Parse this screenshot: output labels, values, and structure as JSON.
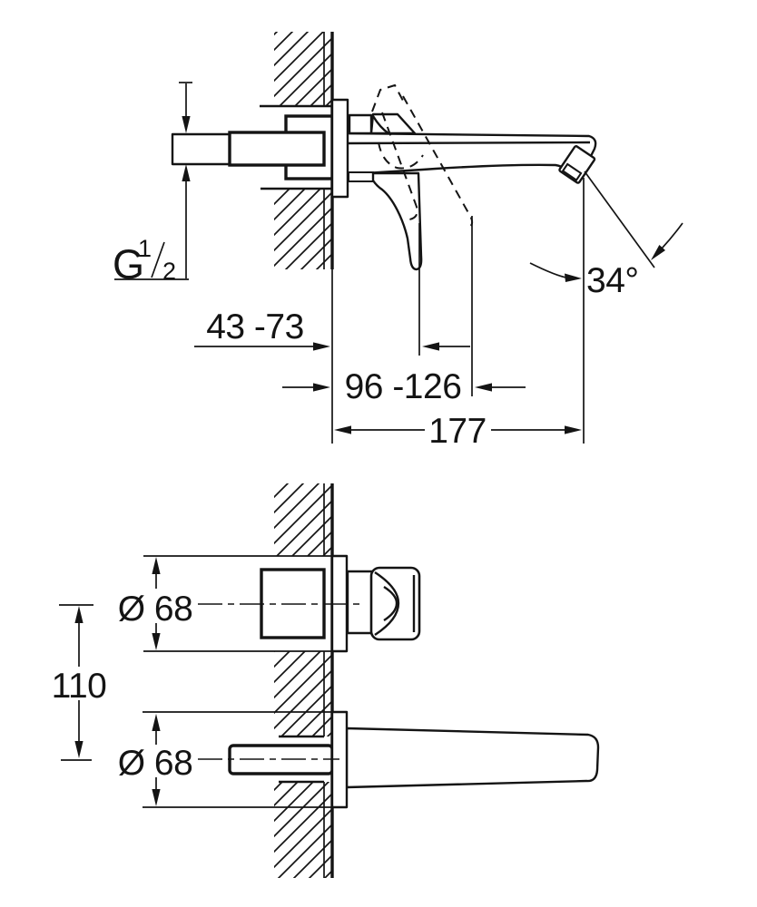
{
  "drawing": {
    "title": "wall-mounted basin mixer installation drawing",
    "line_color": "#141414",
    "background_color": "#ffffff",
    "side_view": {
      "thread_label": {
        "main": "G",
        "sup": "1",
        "sub": "2"
      },
      "depth_range": "43 -73",
      "reach_range": "96 -126",
      "total_reach": "177",
      "spray_angle": "34°"
    },
    "front_view": {
      "valve_escutcheon_diameter": "Ø 68",
      "spout_escutcheon_diameter": "Ø 68",
      "center_spacing": "110"
    }
  }
}
